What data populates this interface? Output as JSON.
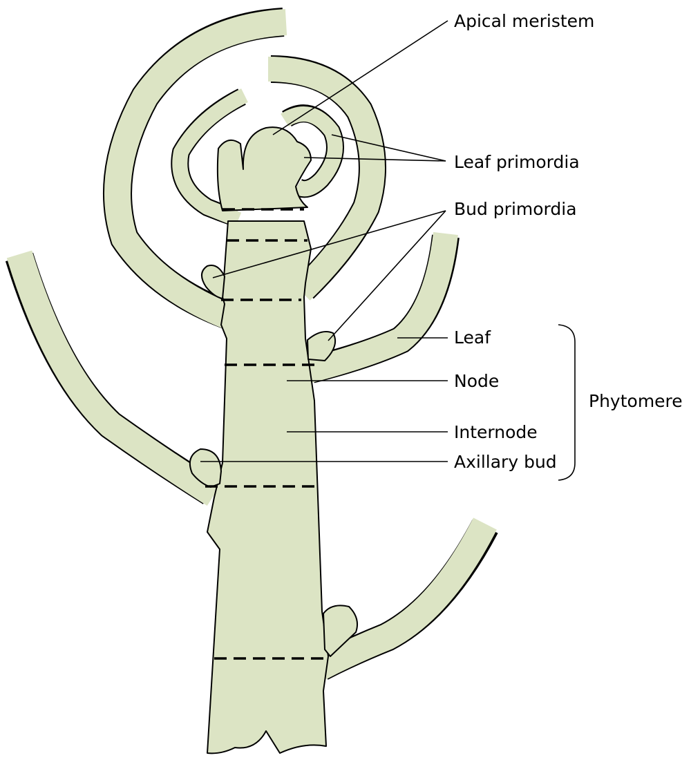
{
  "title": "Shoot apex and phytomere structure",
  "colors": {
    "tissue": "#dce4c4",
    "outline": "#000000"
  },
  "labels": {
    "apical_meristem": "Apical meristem",
    "leaf_primordia": "Leaf primordia",
    "bud_primordia": "Bud primordia",
    "leaf": "Leaf",
    "node": "Node",
    "internode": "Internode",
    "axillary_bud": "Axillary bud",
    "phytomere": "Phytomere"
  }
}
